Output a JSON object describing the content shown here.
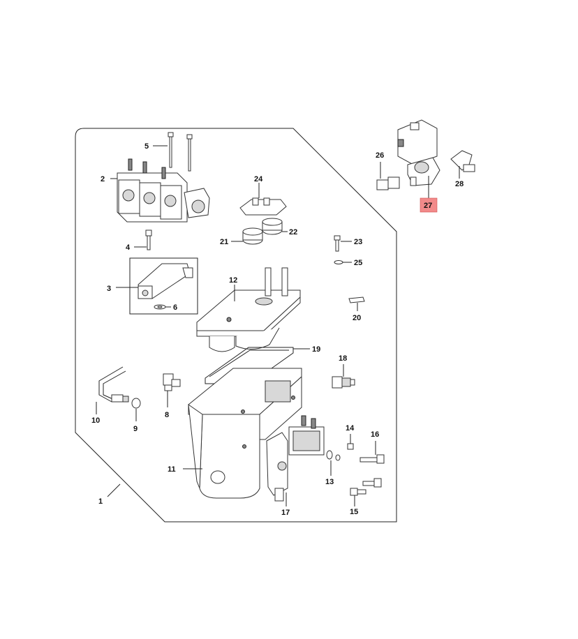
{
  "labels": {
    "l1": "1",
    "l2": "2",
    "l3": "3",
    "l4": "4",
    "l5": "5",
    "l6": "6",
    "l8": "8",
    "l9": "9",
    "l10": "10",
    "l11": "11",
    "l12": "12",
    "l13": "13",
    "l14": "14",
    "l15": "15",
    "l16": "16",
    "l17": "17",
    "l18": "18",
    "l19": "19",
    "l20": "20",
    "l21": "21",
    "l22": "22",
    "l23": "23",
    "l24": "24",
    "l25": "25",
    "l26": "26",
    "l27": "27",
    "l28": "28"
  },
  "highlight_color": "#f28a8a"
}
